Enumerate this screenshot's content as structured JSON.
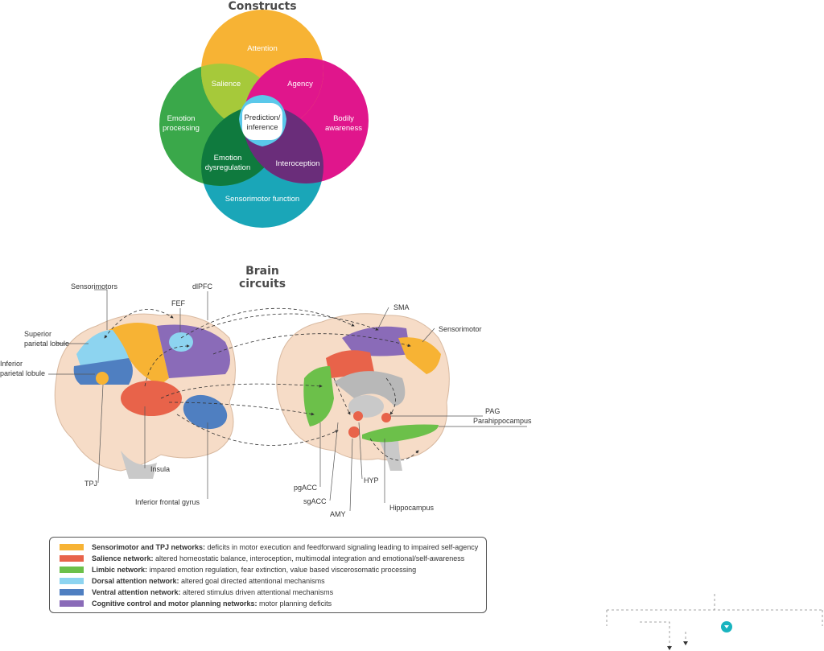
{
  "constructs": {
    "title": "Constructs",
    "labels": {
      "attention": "Attention",
      "salience": "Salience",
      "agency": "Agency",
      "emotion_processing": [
        "Emotion",
        "processing"
      ],
      "prediction": [
        "Prediction/",
        "inference"
      ],
      "bodily_awareness": [
        "Bodily",
        "awareness"
      ],
      "emotion_dysregulation": [
        "Emotion",
        "dysregulation"
      ],
      "interoception": "Interoception",
      "sensorimotor_function": "Sensorimotor function"
    },
    "colors": {
      "attention": "#f7b334",
      "emotion": "#3aa84a",
      "salience": "#a6c93a",
      "agency": "#e0168c",
      "prediction": "#5ac8ea",
      "interoception": "#6a2d7a",
      "dysregulation": "#0f7a3e",
      "sensorimotor": "#1aa6b8"
    }
  },
  "brain": {
    "title": "Brain circuits",
    "labels": {
      "sensorimotors": "Sensorimotors",
      "dlpfc": "dlPFC",
      "fef": "FEF",
      "superior_parietal": [
        "Superior",
        "parietal lobule"
      ],
      "inferior_parietal": [
        "Inferior",
        "parietal lobule"
      ],
      "insula": "Insula",
      "tpj": "TPJ",
      "inferior_frontal": "Inferior frontal gyrus",
      "sma": "SMA",
      "sensorimotor": "Sensorimotor",
      "pag": "PAG",
      "parahippocampus": "Parahippocampus",
      "pgacc": "pgACC",
      "sgacc": "sgACC",
      "amy": "AMY",
      "hyp": "HYP",
      "hippocampus": "Hippocampus"
    }
  },
  "legend": {
    "items": [
      {
        "color": "#f7b334",
        "bold": "Sensorimotor and TPJ networks:",
        "text": " deficits in motor execution and feedforward signaling leading to impaired self-agency"
      },
      {
        "color": "#e8634a",
        "bold": "Salience network:",
        "text": " altered homeostatic balance, interoception, multimodal integration and emotional/self-awareness"
      },
      {
        "color": "#6cc04a",
        "bold": "Limbic network:",
        "text": " impared emotion regulation, fear extinction, value based viscerosomatic processing"
      },
      {
        "color": "#8dd4f0",
        "bold": "Dorsal attention network:",
        "text": " altered goal directed attentional mechanisms"
      },
      {
        "color": "#4f7fc1",
        "bold": "Ventral attention network:",
        "text": " altered stimulus driven attentional mechanisms"
      },
      {
        "color": "#8a6bb8",
        "bold": "Cognitive control and motor planning networks:",
        "text": " motor planning deficits"
      }
    ]
  }
}
